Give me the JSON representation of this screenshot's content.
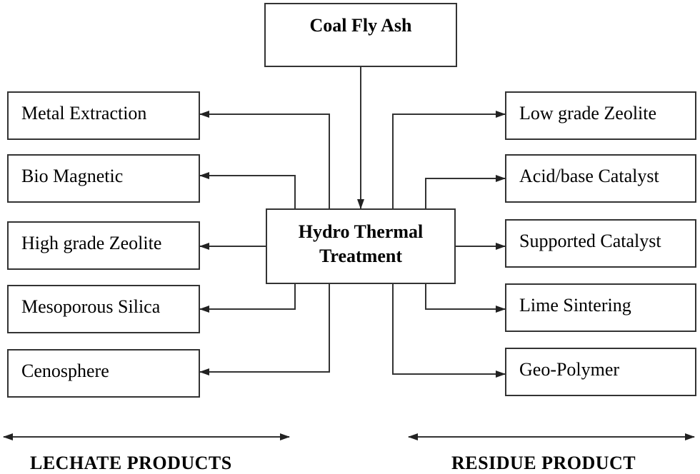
{
  "source": {
    "label": "Coal Fly Ash"
  },
  "process": {
    "line1": "Hydro Thermal",
    "line2": "Treatment"
  },
  "left_products": [
    {
      "label": "Metal Extraction"
    },
    {
      "label": "Bio Magnetic"
    },
    {
      "label": "High grade Zeolite"
    },
    {
      "label": "Mesoporous Silica"
    },
    {
      "label": "Cenosphere"
    }
  ],
  "right_products": [
    {
      "label": "Low grade Zeolite"
    },
    {
      "label": "Acid/base Catalyst"
    },
    {
      "label": "Supported Catalyst"
    },
    {
      "label": "Lime Sintering"
    },
    {
      "label": "Geo-Polymer"
    }
  ],
  "footer": {
    "left_label": "LECHATE PRODUCTS",
    "right_label": "RESIDUE PRODUCT"
  },
  "colors": {
    "line": "#333333",
    "text": "#000000",
    "background": "#ffffff"
  }
}
